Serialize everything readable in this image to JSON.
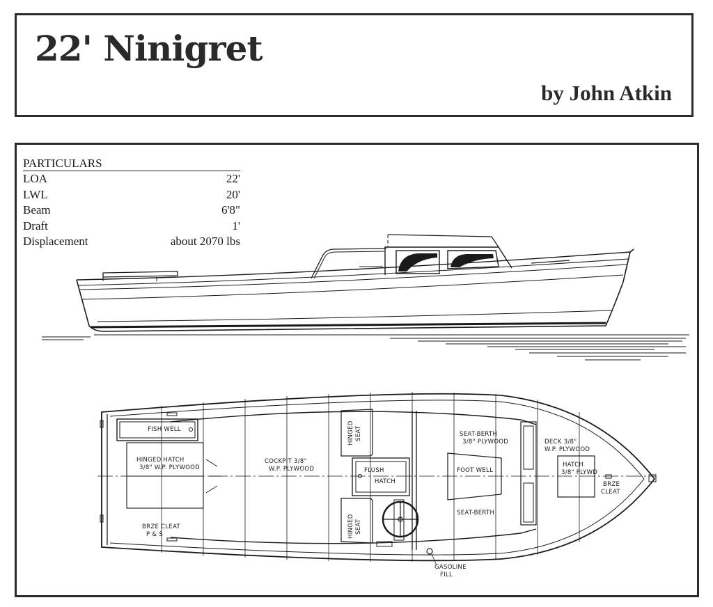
{
  "header": {
    "title": "22' Ninigret",
    "byline": "by John Atkin"
  },
  "particulars": {
    "heading": "PARTICULARS",
    "rows": [
      {
        "label": "LOA",
        "value": "22'"
      },
      {
        "label": "LWL",
        "value": "20'"
      },
      {
        "label": "Beam",
        "value": "6'8\""
      },
      {
        "label": "Draft",
        "value": "1'"
      },
      {
        "label": "Displacement",
        "value": "about 2070 lbs"
      }
    ]
  },
  "plan_labels": {
    "fish_well": "FISH WELL",
    "hinged_hatch": "HINGED HATCH",
    "hinged_hatch_spec": "3/8\" W.P. PLYWOOD",
    "cockpit": "COCKPIT 3/8\"",
    "cockpit_spec": "W.P. PLYWOOD",
    "hinged_seat_1": "HINGED",
    "hinged_seat_1b": "SEAT",
    "hinged_seat_2": "HINGED",
    "hinged_seat_2b": "SEAT",
    "flush": "FLUSH",
    "hatch": "HATCH",
    "seat_berth_top": "SEAT-BERTH",
    "seat_berth_top_spec": "3/8\" PLYWOOD",
    "foot_well": "FOOT WELL",
    "seat_berth_bottom": "SEAT-BERTH",
    "deck": "DECK 3/8\"",
    "deck_spec": "W.P. PLYWOOD",
    "hatch_fwd": "HATCH",
    "hatch_fwd_spec": "3/8\" PLYWD",
    "brze_cleat_fwd": "BRZE",
    "brze_cleat_fwd_b": "CLEAT",
    "brze_cleat_aft": "BRZE CLEAT",
    "brze_cleat_aft_b": "P & S",
    "gasoline": "GASOLINE",
    "gasoline_b": "FILL"
  }
}
